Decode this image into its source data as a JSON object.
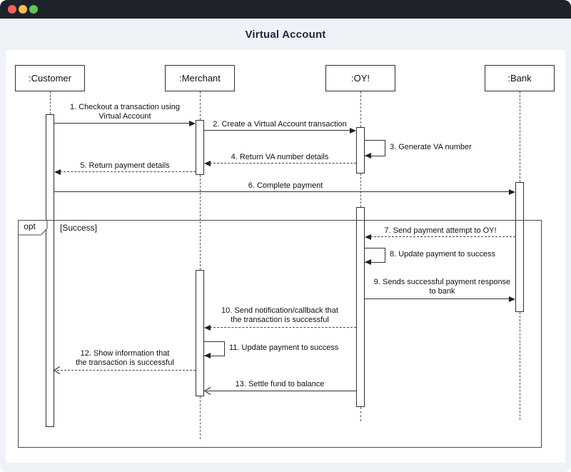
{
  "window": {
    "title": "Virtual Account",
    "controls": [
      "close-icon",
      "minimize-icon",
      "maximize-icon"
    ]
  },
  "colors": {
    "titlebar": "#1e222b",
    "header_bg": "#eff3f8",
    "canvas_bg": "#ffffff",
    "line": "#333333",
    "close": "#ef655a",
    "minimize": "#f5bf4f",
    "maximize": "#62c554"
  },
  "diagram": {
    "type": "uml-sequence",
    "actors": [
      {
        "name": ":Customer"
      },
      {
        "name": ":Merchant"
      },
      {
        "name": ":OY!"
      },
      {
        "name": ":Bank"
      }
    ],
    "fragment": {
      "operator": "opt",
      "guard": "[Success]"
    },
    "messages": [
      {
        "id": 1,
        "from": ":Customer",
        "to": ":Merchant",
        "line": "solid",
        "arrow": "filled",
        "lines": [
          "1. Checkout a transaction using",
          "Virtual Account"
        ]
      },
      {
        "id": 2,
        "from": ":Merchant",
        "to": ":OY!",
        "line": "solid",
        "arrow": "filled",
        "lines": [
          "2. Create a Virtual Account transaction"
        ]
      },
      {
        "id": 3,
        "from": ":OY!",
        "to": ":OY!",
        "line": "solid",
        "arrow": "filled",
        "lines": [
          "3. Generate VA number"
        ]
      },
      {
        "id": 4,
        "from": ":OY!",
        "to": ":Merchant",
        "line": "dashed",
        "arrow": "filled",
        "lines": [
          "4. Return VA number details"
        ]
      },
      {
        "id": 5,
        "from": ":Merchant",
        "to": ":Customer",
        "line": "dashed",
        "arrow": "filled",
        "lines": [
          "5. Return payment details"
        ]
      },
      {
        "id": 6,
        "from": ":Customer",
        "to": ":Bank",
        "line": "solid",
        "arrow": "filled",
        "lines": [
          "6. Complete payment"
        ]
      },
      {
        "id": 7,
        "from": ":Bank",
        "to": ":OY!",
        "line": "dashed",
        "arrow": "filled",
        "lines": [
          "7. Send payment attempt to OY!"
        ]
      },
      {
        "id": 8,
        "from": ":OY!",
        "to": ":OY!",
        "line": "solid",
        "arrow": "filled",
        "lines": [
          "8. Update payment to success"
        ]
      },
      {
        "id": 9,
        "from": ":OY!",
        "to": ":Bank",
        "line": "solid",
        "arrow": "filled",
        "lines": [
          "9. Sends successful payment response",
          "to bank"
        ]
      },
      {
        "id": 10,
        "from": ":OY!",
        "to": ":Merchant",
        "line": "dashed",
        "arrow": "filled",
        "lines": [
          "10. Send notification/callback that",
          "the transaction is successful"
        ]
      },
      {
        "id": 11,
        "from": ":Merchant",
        "to": ":Merchant",
        "line": "solid",
        "arrow": "filled",
        "lines": [
          "11. Update payment to success"
        ]
      },
      {
        "id": 12,
        "from": ":Merchant",
        "to": ":Customer",
        "line": "dashed",
        "arrow": "open",
        "lines": [
          "12. Show information that",
          "the transaction is successful"
        ]
      },
      {
        "id": 13,
        "from": ":OY!",
        "to": ":Merchant",
        "line": "solid",
        "arrow": "open",
        "lines": [
          "13. Settle fund to balance"
        ]
      }
    ]
  }
}
